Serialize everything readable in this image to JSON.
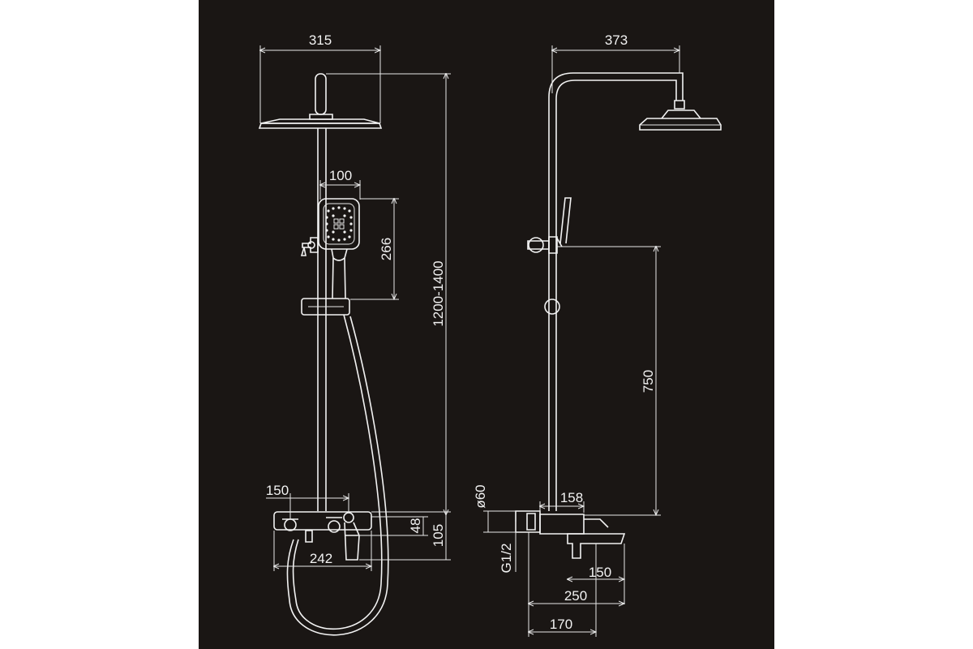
{
  "front_view": {
    "head_width": "315",
    "handshower_width": "100",
    "handshower_height": "266",
    "total_height": "1200-1400",
    "inlet_spacing": "150",
    "mixer_height": "48",
    "mixer_total_height": "105",
    "mixer_width": "242"
  },
  "side_view": {
    "arm_reach": "373",
    "slide_height": "750",
    "escutcheon": "ø60",
    "body_depth": "158",
    "thread": "G1/2",
    "spout_150": "150",
    "spout_250": "250",
    "spout_170": "170"
  },
  "colors": {
    "background": "#1a1614",
    "line": "#f2f2f2",
    "page": "#ffffff"
  }
}
